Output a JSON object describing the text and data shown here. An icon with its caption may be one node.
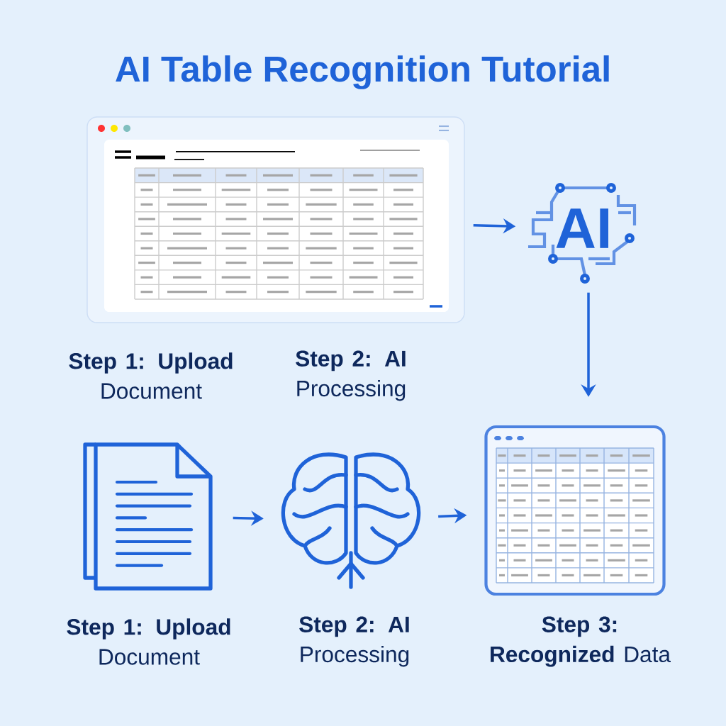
{
  "diagram": {
    "title": "AI Table Recognition Tutorial",
    "nodes": [
      {
        "text": [],
        "shape": "picture"
      },
      {
        "text": [
          "AI"
        ]
      },
      {
        "text": [],
        "shape": "picture",
        "beside": [
          "**Step 1: Upload** Document"
        ]
      },
      {
        "text": [],
        "shape": "picture",
        "beside": [
          "**Step 2: AI** Processing"
        ]
      },
      {
        "text": [],
        "shape": "picture",
        "beside": [
          "**Step 3: Recognized** Data"
        ]
      }
    ],
    "edges": [
      {
        "from": 0,
        "to": 1,
        "arrow": "to"
      },
      {
        "from": 1,
        "to": 4,
        "arrow": "to"
      },
      {
        "from": 2,
        "to": 3,
        "arrow": "to"
      },
      {
        "from": 3,
        "to": 4,
        "arrow": "to"
      }
    ],
    "labels": [
      "**Step 1: Upload** Document",
      "**Step 2: AI** Processing"
    ]
  }
}
